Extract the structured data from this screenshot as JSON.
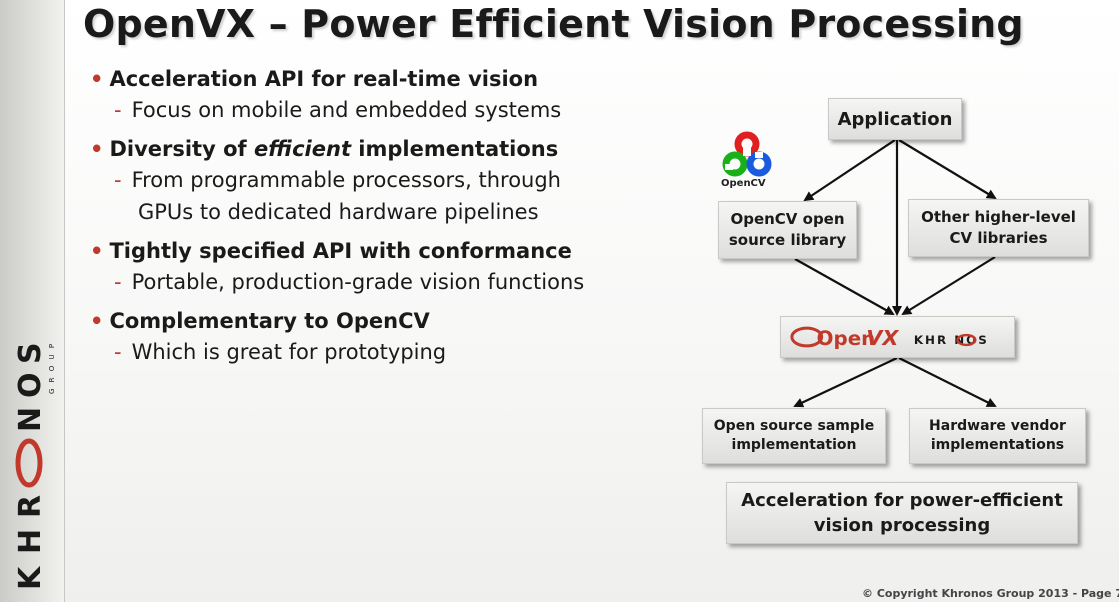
{
  "slide": {
    "title": "OpenVX – Power Efficient Vision Processing",
    "bullets": [
      {
        "main": "Acceleration API for real-time vision",
        "subs": [
          "Focus on mobile and embedded systems"
        ]
      },
      {
        "main_pre": "Diversity of ",
        "main_emph": "efficient",
        "main_post": " implementations",
        "subs": [
          "From programmable processors, through"
        ],
        "sub_cont": "GPUs to dedicated hardware pipelines"
      },
      {
        "main": "Tightly specified API with conformance",
        "subs": [
          "Portable, production-grade vision functions"
        ]
      },
      {
        "main": "Complementary to OpenCV",
        "subs": [
          "Which is great for prototyping"
        ]
      }
    ],
    "bullet_marker": "•",
    "sub_marker": "-"
  },
  "diagram": {
    "application": "Application",
    "opencv_box": [
      "OpenCV open",
      "source library"
    ],
    "other_box": [
      "Other higher-level",
      "CV libraries"
    ],
    "openvx_logo": {
      "open": "Open",
      "vx": "VX",
      "khronos": "KHR NOS"
    },
    "sample_box": [
      "Open source sample",
      "implementation"
    ],
    "vendor_box": [
      "Hardware vendor",
      "implementations"
    ],
    "accel_box": [
      "Acceleration for power-efficient",
      "vision processing"
    ],
    "opencv_logo_label": "OpenCV"
  },
  "brand": {
    "vertical_logo": "KHRONOS",
    "group": "G R O U P"
  },
  "footer": {
    "copyright": "© Copyright Khronos Group 2013 - Page 7"
  },
  "colors": {
    "accent_red": "#c0392b",
    "box_top": "#f5f5f4",
    "box_bottom": "#dededc",
    "text": "#1a1a1a"
  }
}
